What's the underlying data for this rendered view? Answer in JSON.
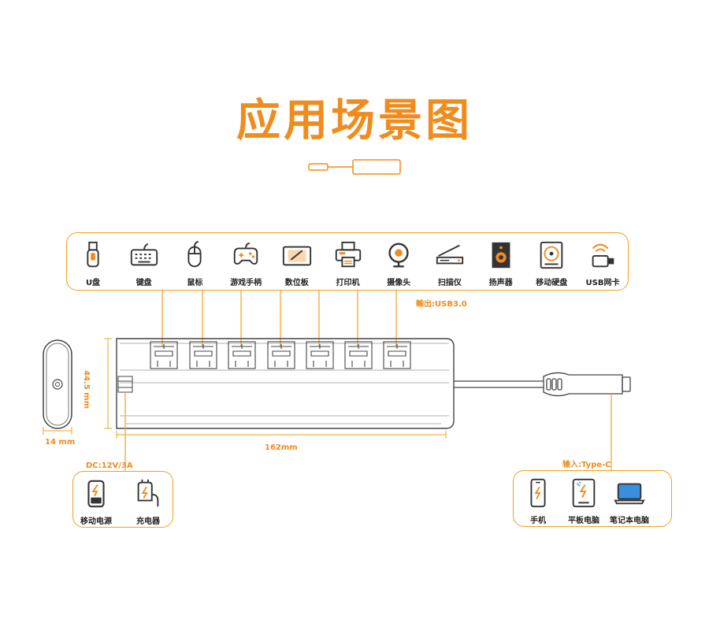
{
  "title": "应用场景图",
  "top_devices": [
    {
      "label": "U盘",
      "icon": "usb-drive-icon"
    },
    {
      "label": "键盘",
      "icon": "keyboard-icon"
    },
    {
      "label": "鼠标",
      "icon": "mouse-icon"
    },
    {
      "label": "游戏手柄",
      "icon": "gamepad-icon"
    },
    {
      "label": "数位板",
      "icon": "drawing-tablet-icon"
    },
    {
      "label": "打印机",
      "icon": "printer-icon"
    },
    {
      "label": "摄像头",
      "icon": "webcam-icon"
    },
    {
      "label": "扫描仪",
      "icon": "scanner-icon"
    },
    {
      "label": "扬声器",
      "icon": "speaker-icon"
    },
    {
      "label": "移动硬盘",
      "icon": "external-hdd-icon"
    },
    {
      "label": "USB网卡",
      "icon": "usb-wifi-icon"
    }
  ],
  "output_note": "輸出:USB3.0",
  "dimensions": {
    "height": "44.5 mm",
    "width": "162mm",
    "depth": "14 mm"
  },
  "dc_note": "DC:12V/3A",
  "power_devices": [
    {
      "label": "移动电源",
      "icon": "power-bank-icon"
    },
    {
      "label": "充电器",
      "icon": "charger-icon"
    }
  ],
  "input_note": "输入:Type-C",
  "host_devices": [
    {
      "label": "手机",
      "icon": "phone-icon"
    },
    {
      "label": "平板电脑",
      "icon": "tablet-icon"
    },
    {
      "label": "笔记本电脑",
      "icon": "laptop-icon"
    }
  ],
  "colors": {
    "accent": "#f08c1e",
    "line": "#f0a020",
    "outline": "#444444"
  }
}
